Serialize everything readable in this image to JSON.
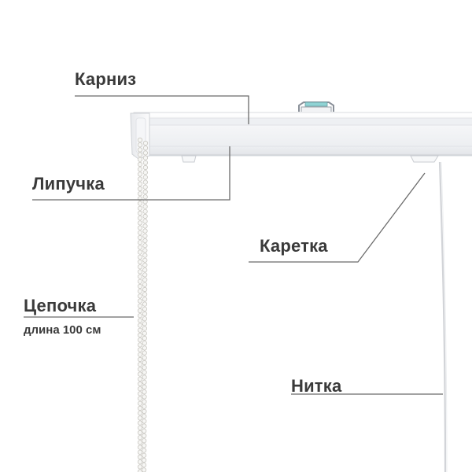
{
  "labels": {
    "karniz": "Карниз",
    "lipuchka": "Липучка",
    "karetka": "Каретка",
    "cepochka": "Цепочка",
    "cepochka_length": "длина 100 см",
    "nitka": "Нитка"
  },
  "colors": {
    "label_text": "#3a3a3a",
    "leader_line": "#6b6b6b",
    "rail_body": "#f3f4f6",
    "rail_edge": "#d7d9dd"
  }
}
